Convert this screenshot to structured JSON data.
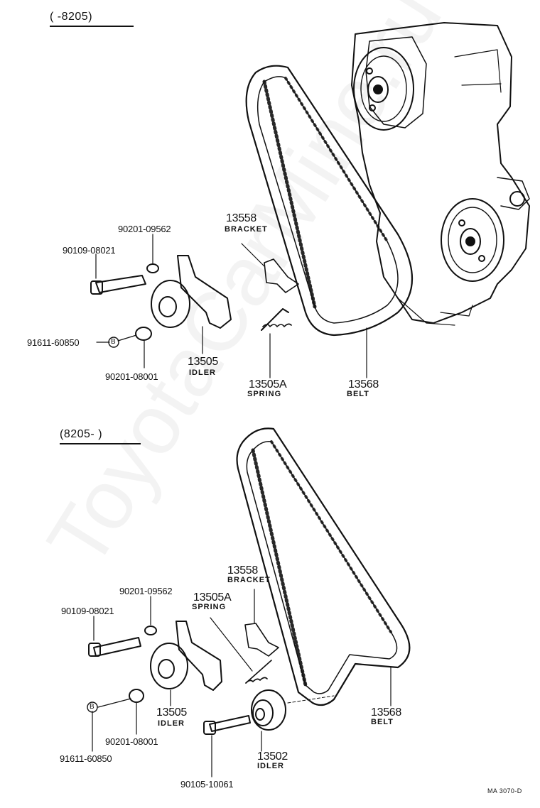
{
  "sections": {
    "top": {
      "range": "(       -8205)"
    },
    "bottom": {
      "range": "(8205-        )"
    }
  },
  "top_parts": {
    "bolt": "90109-08021",
    "washer_upper": "90201-09562",
    "bracket": {
      "number": "13558",
      "name": "BRACKET"
    },
    "retainer_circle": "B",
    "retainer": "91611-60850",
    "washer_lower": "90201-08001",
    "idler": {
      "number": "13505",
      "name": "IDLER"
    },
    "spring": {
      "number": "13505A",
      "name": "SPRING"
    },
    "belt": {
      "number": "13568",
      "name": "BELT"
    }
  },
  "bottom_parts": {
    "washer_upper": "90201-09562",
    "spring": {
      "number": "13505A",
      "name": "SPRING"
    },
    "bracket": {
      "number": "13558",
      "name": "BRACKET"
    },
    "bolt": "90109-08021",
    "retainer_circle": "B",
    "washer_lower": "90201-08001",
    "idler": {
      "number": "13505",
      "name": "IDLER"
    },
    "retainer": "91611-60850",
    "idler2": {
      "number": "13502",
      "name": "IDLER"
    },
    "bolt2": "90105-10061",
    "belt": {
      "number": "13568",
      "name": "BELT"
    }
  },
  "drawing_code": "MA  3070-D",
  "watermark": "ToyotaCarMine.ru"
}
